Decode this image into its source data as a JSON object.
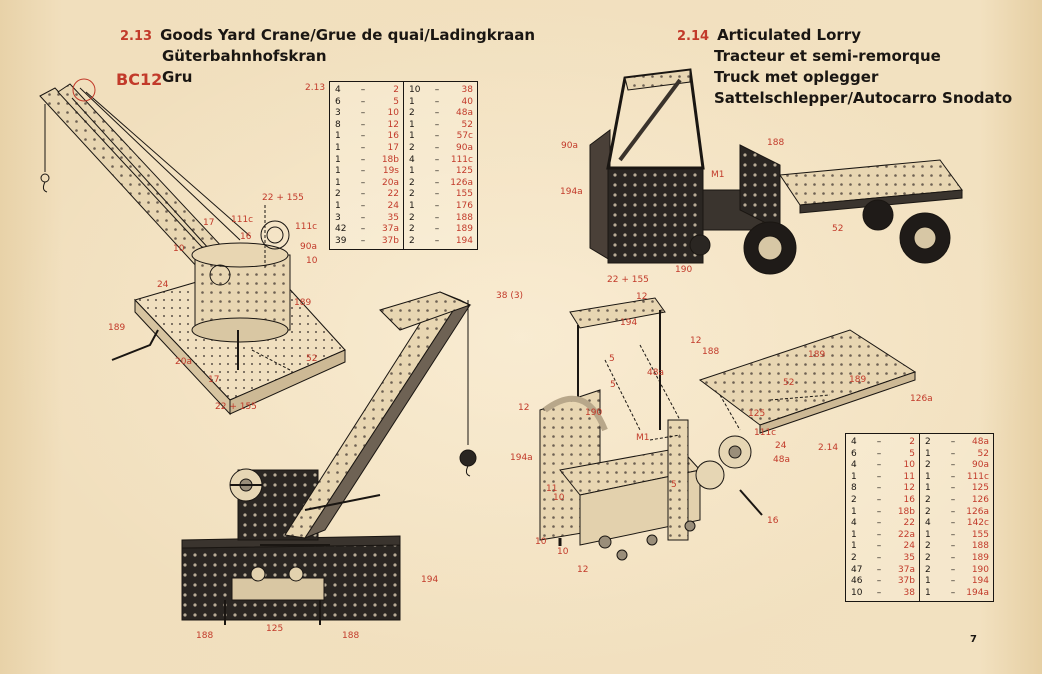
{
  "section_left": {
    "number": "2.13",
    "title_lines": [
      "Goods Yard Crane/Grue de quai/Ladingkraan",
      "Güterbahnhofskran",
      "Gru"
    ],
    "callout": "BC12",
    "table_label": "2.13",
    "parts_left": [
      [
        "4",
        "2"
      ],
      [
        "6",
        "5"
      ],
      [
        "3",
        "10"
      ],
      [
        "8",
        "12"
      ],
      [
        "1",
        "16"
      ],
      [
        "1",
        "17"
      ],
      [
        "1",
        "18b"
      ],
      [
        "1",
        "19s"
      ],
      [
        "1",
        "20a"
      ],
      [
        "2",
        "22"
      ],
      [
        "1",
        "24"
      ],
      [
        "3",
        "35"
      ],
      [
        "42",
        "37a"
      ],
      [
        "39",
        "37b"
      ]
    ],
    "parts_right": [
      [
        "10",
        "38"
      ],
      [
        "1",
        "40"
      ],
      [
        "2",
        "48a"
      ],
      [
        "1",
        "52"
      ],
      [
        "1",
        "57c"
      ],
      [
        "2",
        "90a"
      ],
      [
        "4",
        "111c"
      ],
      [
        "1",
        "125"
      ],
      [
        "2",
        "126a"
      ],
      [
        "2",
        "155"
      ],
      [
        "1",
        "176"
      ],
      [
        "2",
        "188"
      ],
      [
        "2",
        "189"
      ],
      [
        "2",
        "194"
      ]
    ],
    "labels": {
      "l_111c_a": "111c",
      "l_22_155_a": "22 + 155",
      "l_111c_b": "111c",
      "l_90a_a": "90a",
      "l_10_a": "10",
      "l_17_a": "17",
      "l_16_a": "16",
      "l_10_b": "10",
      "l_24_a": "24",
      "l_189_a": "189",
      "l_189_b": "189",
      "l_20a": "20a",
      "l_17_b": "17",
      "l_22_155_b": "22 + 155",
      "l_52_a": "52",
      "l_38_3": "38 (3)",
      "l_194_a": "194",
      "l_188_a": "188",
      "l_125_a": "125",
      "l_188_b": "188"
    }
  },
  "section_right": {
    "number": "2.14",
    "title_lines": [
      "Articulated Lorry",
      "Tracteur et semi-remorque",
      "Truck met oplegger",
      "Sattelschlepper/Autocarro Snodato"
    ],
    "table_label": "2.14",
    "parts_left": [
      [
        "4",
        "2"
      ],
      [
        "6",
        "5"
      ],
      [
        "4",
        "10"
      ],
      [
        "1",
        "11"
      ],
      [
        "8",
        "12"
      ],
      [
        "2",
        "16"
      ],
      [
        "1",
        "18b"
      ],
      [
        "4",
        "22"
      ],
      [
        "1",
        "22a"
      ],
      [
        "1",
        "24"
      ],
      [
        "2",
        "35"
      ],
      [
        "47",
        "37a"
      ],
      [
        "46",
        "37b"
      ],
      [
        "10",
        "38"
      ]
    ],
    "parts_right": [
      [
        "2",
        "48a"
      ],
      [
        "1",
        "52"
      ],
      [
        "2",
        "90a"
      ],
      [
        "1",
        "111c"
      ],
      [
        "1",
        "125"
      ],
      [
        "2",
        "126"
      ],
      [
        "2",
        "126a"
      ],
      [
        "4",
        "142c"
      ],
      [
        "1",
        "155"
      ],
      [
        "2",
        "188"
      ],
      [
        "2",
        "189"
      ],
      [
        "2",
        "190"
      ],
      [
        "1",
        "194"
      ],
      [
        "1",
        "194a"
      ]
    ],
    "labels": {
      "l_90a": "90a",
      "l_188_a": "188",
      "l_m1_a": "M1",
      "l_194a_a": "194a",
      "l_52_a": "52",
      "l_22_155": "22 + 155",
      "l_190_a": "190",
      "l_12_a": "12",
      "l_194_a": "194",
      "l_12_b": "12",
      "l_188_b": "188",
      "l_5_a": "5",
      "l_48a_a": "48a",
      "l_189_a": "189",
      "l_52_b": "52",
      "l_189_b": "189",
      "l_5_b": "5",
      "l_126a": "126a",
      "l_12_c": "12",
      "l_190_b": "190",
      "l_125_a": "125",
      "l_m1_b": "M1",
      "l_111c": "111c",
      "l_24": "24",
      "l_48a_b": "48a",
      "l_194a_b": "194a",
      "l_5_c": "5",
      "l_11": "11",
      "l_10_a": "10",
      "l_16": "16",
      "l_10_b": "10",
      "l_10_c": "10",
      "l_12_d": "12"
    }
  },
  "page_number": "7",
  "colors": {
    "paper": "#efdcb8",
    "ink": "#1a1612",
    "accent_red": "#c23a2a"
  }
}
